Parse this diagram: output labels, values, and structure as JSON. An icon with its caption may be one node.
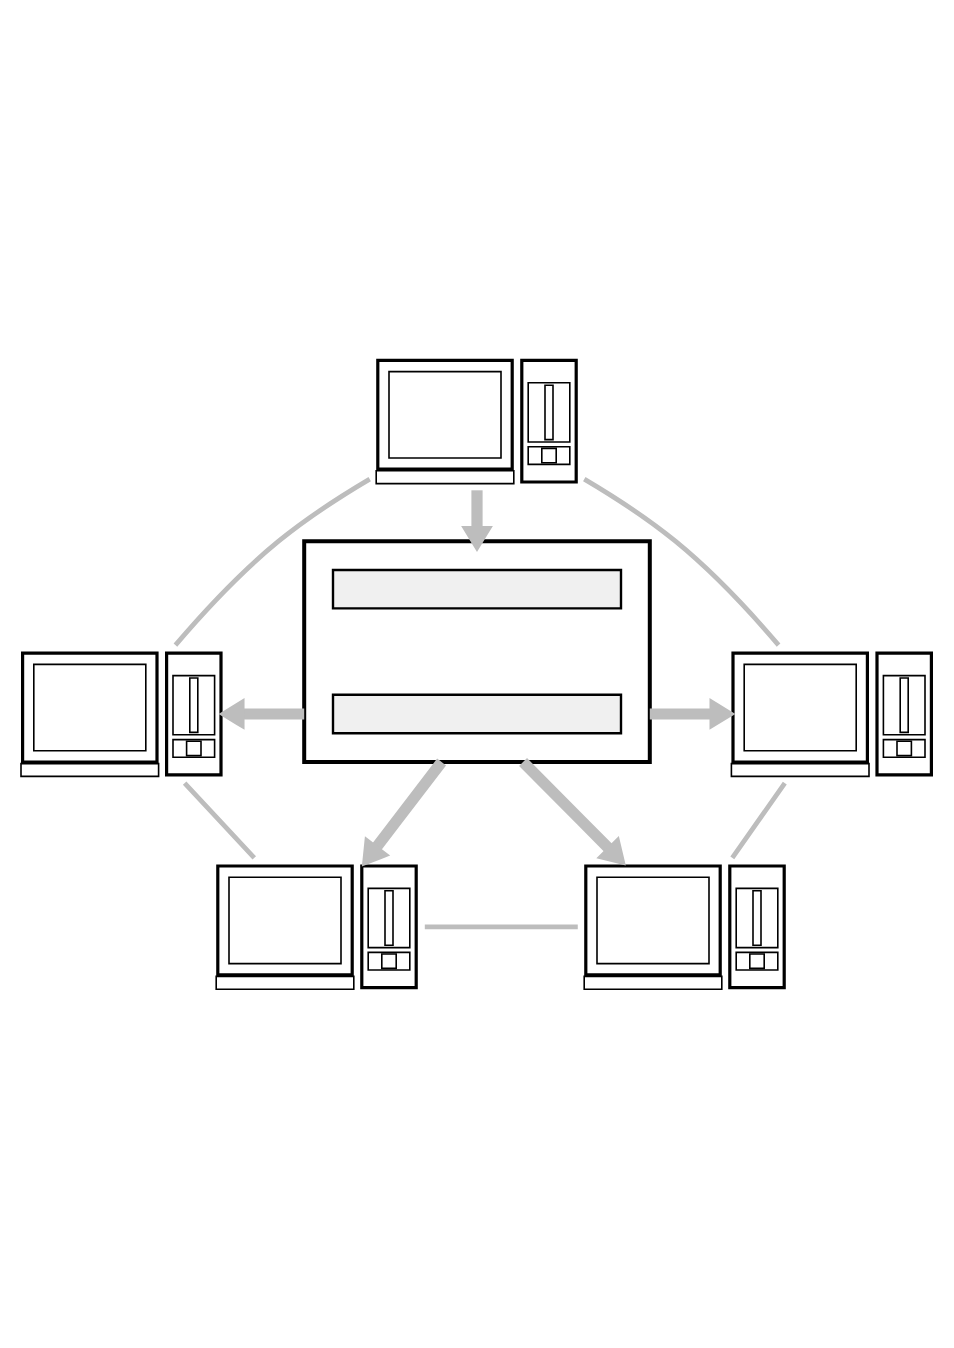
{
  "diagram": {
    "nodes": [
      {
        "text": [],
        "shape": "picture"
      },
      {
        "text": [],
        "shape": "picture"
      },
      {
        "text": [],
        "shape": "box"
      },
      {
        "text": [],
        "shape": "bar",
        "in": 2
      },
      {
        "text": [],
        "shape": "bar",
        "in": 2
      },
      {
        "text": [],
        "shape": "picture"
      },
      {
        "text": [],
        "shape": "picture"
      },
      {
        "text": [],
        "shape": "picture"
      }
    ],
    "edges": [
      {
        "from": 0,
        "to": 2,
        "arrow": "to",
        "style": "thick"
      },
      {
        "from": 2,
        "to": 1,
        "arrow": "to",
        "style": "thick"
      },
      {
        "from": 2,
        "to": 5,
        "arrow": "to",
        "style": "thick"
      },
      {
        "from": 2,
        "to": 6,
        "arrow": "to",
        "style": "thick"
      },
      {
        "from": 2,
        "to": 7,
        "arrow": "to",
        "style": "thick"
      },
      {
        "from": 0,
        "to": 1,
        "arrow": "none"
      },
      {
        "from": 0,
        "to": 5,
        "arrow": "none"
      },
      {
        "from": 1,
        "to": 6,
        "arrow": "none"
      },
      {
        "from": 5,
        "to": 7,
        "arrow": "none"
      },
      {
        "from": 6,
        "to": 7,
        "arrow": "none"
      }
    ]
  }
}
